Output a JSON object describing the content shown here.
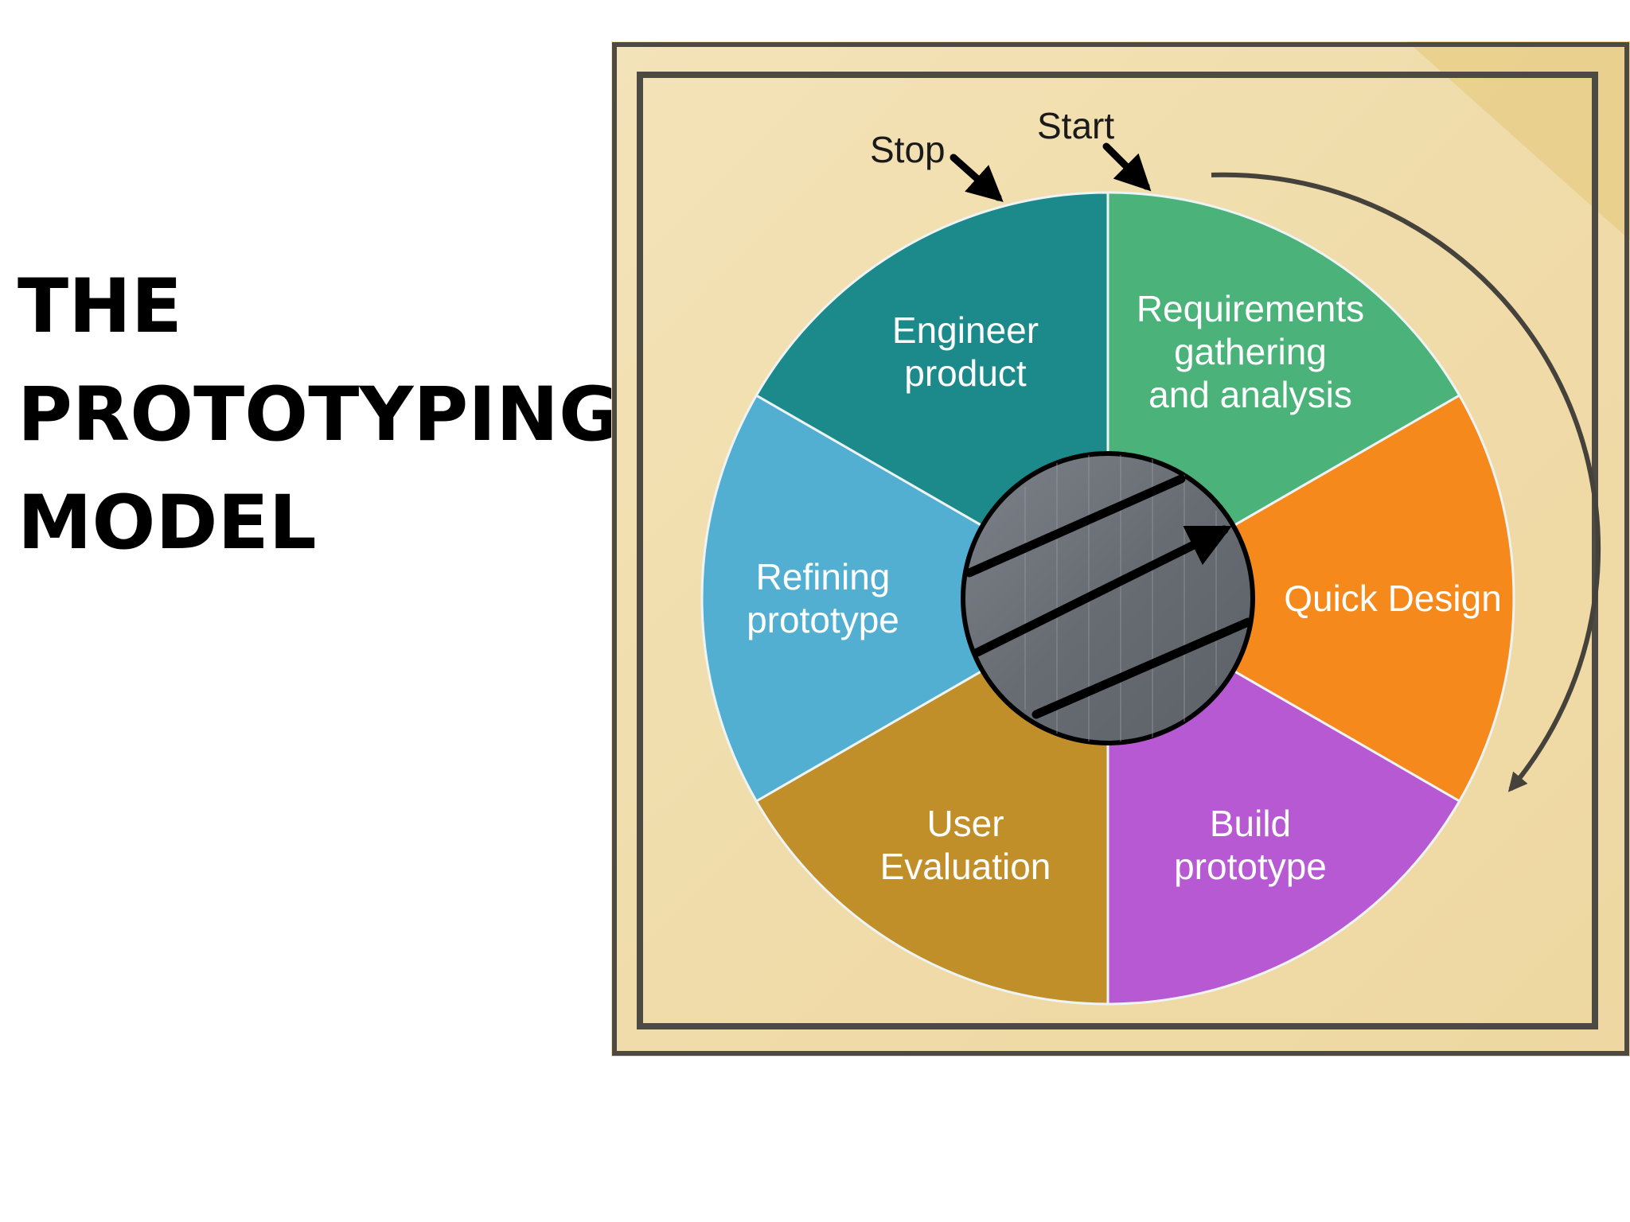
{
  "title_lines": [
    "THE",
    "PROTOTYPING",
    "MODEL"
  ],
  "diagram": {
    "cues": {
      "stop": "Stop",
      "start": "Start"
    },
    "segments": [
      {
        "id": "requirements",
        "lines": [
          "Requirements",
          "gathering",
          "and analysis"
        ],
        "color": "#4bb27a"
      },
      {
        "id": "quick-design",
        "lines": [
          "Quick Design"
        ],
        "color": "#f5891c"
      },
      {
        "id": "build-prototype",
        "lines": [
          "Build",
          "prototype"
        ],
        "color": "#b759d2"
      },
      {
        "id": "user-evaluation",
        "lines": [
          "User",
          "Evaluation"
        ],
        "color": "#c18f2a"
      },
      {
        "id": "refining-prototype",
        "lines": [
          "Refining",
          "prototype"
        ],
        "color": "#52afd1"
      },
      {
        "id": "engineer-product",
        "lines": [
          "Engineer",
          "product"
        ],
        "color": "#1c8a8a"
      }
    ],
    "colors": {
      "background": "#f1dfae",
      "border": "#4d4a44",
      "hub": "#6f747b",
      "text": "#ffffff"
    }
  }
}
